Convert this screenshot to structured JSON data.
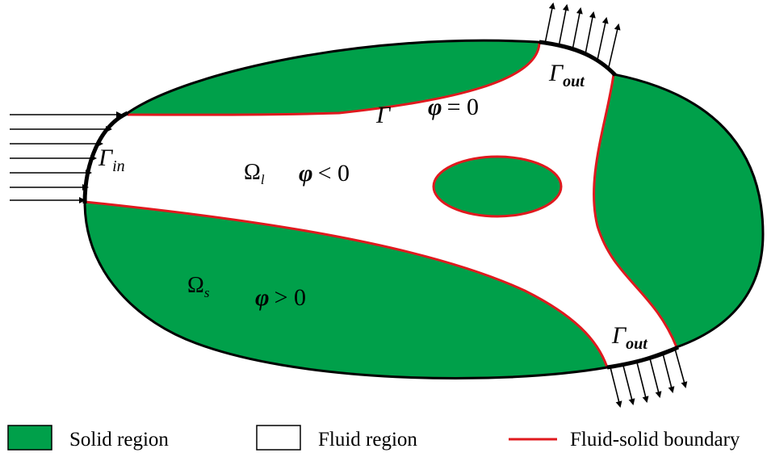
{
  "colors": {
    "solid": "#00A04A",
    "fluid": "#FFFFFF",
    "boundary": "#E0191E",
    "outline": "#000000"
  },
  "labels": {
    "gamma_symbol": "Γ",
    "inlet_sub": "in",
    "outlet_sub": "out",
    "interface": "Γ",
    "phi": "φ",
    "phi_zero": "= 0",
    "phi_neg": "< 0",
    "phi_pos": "> 0",
    "omega": "Ω",
    "omega_fluid_sub": "l",
    "omega_solid_sub": "s"
  },
  "legend": {
    "solid_label": "Solid region",
    "fluid_label": "Fluid region",
    "boundary_label": "Fluid-solid boundary"
  }
}
